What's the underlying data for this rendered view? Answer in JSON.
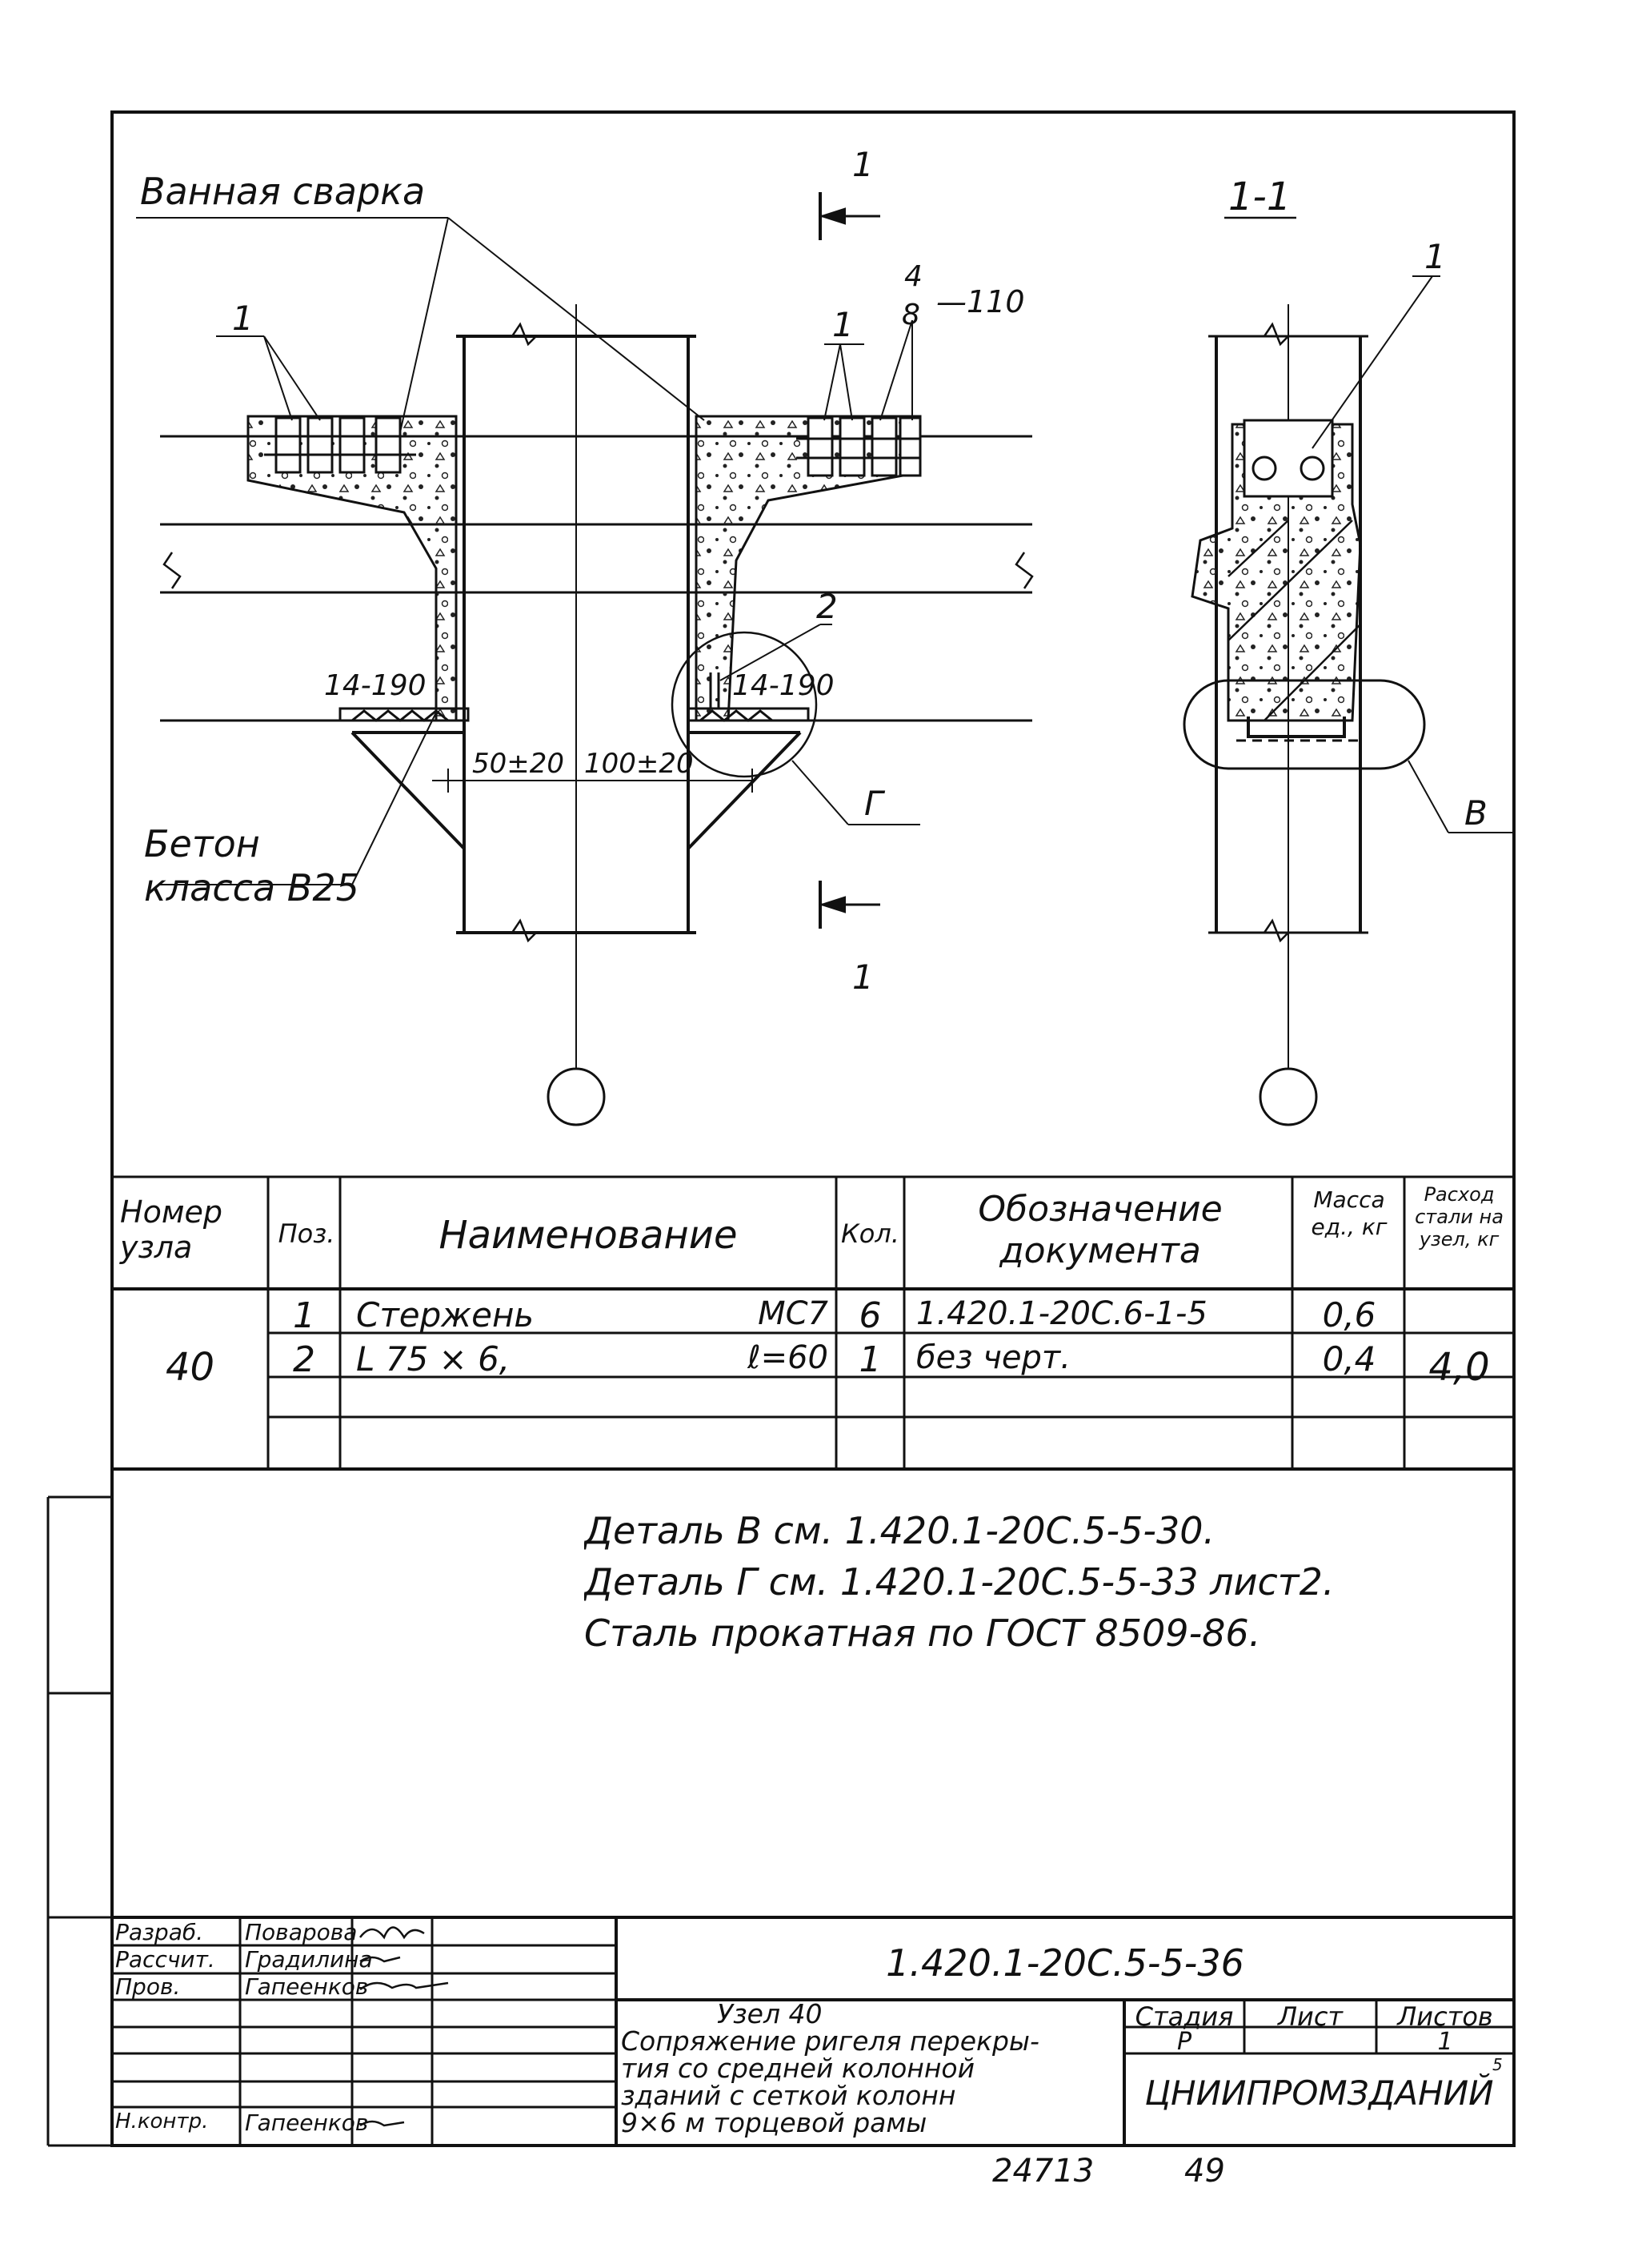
{
  "drawing": {
    "labels": {
      "weld": "Ванная сварка",
      "concrete_line1": "Бетон",
      "concrete_line2": "класса В25",
      "cut_mark": "1",
      "section_title": "1-1",
      "pos1": "1",
      "pos2": "2",
      "pos48_top": "4",
      "pos48_bottom": "8",
      "spacing_top": "—110",
      "spacing_bottom_left": "14-190",
      "spacing_bottom_right": "14-190",
      "dim_left": "50±20",
      "dim_right": "100±20",
      "detail_g": "Г",
      "detail_v": "В"
    }
  },
  "spec_table": {
    "headers": {
      "node": "Номер узла",
      "pos": "Поз.",
      "name": "Наименование",
      "qty": "Кол.",
      "doc": "Обозначение документа",
      "mass": "Масса ед., кг",
      "consumption": "Расход стали на узел, кг"
    },
    "node_number": "40",
    "consumption_value": "4,0",
    "rows": [
      {
        "pos": "1",
        "name": "Стержень",
        "mark": "МС7",
        "qty": "6",
        "doc": "1.420.1-20С.6-1-5",
        "mass": "0,6"
      },
      {
        "pos": "2",
        "name": "L 75 × 6,",
        "mark": "ℓ=60",
        "qty": "1",
        "doc": "без черт.",
        "mass": "0,4"
      }
    ]
  },
  "notes": [
    "Деталь В см. 1.420.1-20С.5-5-30.",
    "Деталь Г см. 1.420.1-20С.5-5-33 лист2.",
    "Сталь прокатная по ГОСТ 8509-86."
  ],
  "title_block": {
    "roles": [
      "Разраб.",
      "Рассчит.",
      "Пров.",
      "",
      "",
      "",
      "",
      "Н.контр."
    ],
    "names": [
      "Поварова",
      "Градилина",
      "Гапеенков",
      "",
      "",
      "",
      "",
      "Гапеенков"
    ],
    "code": "1.420.1-20С.5-5-36",
    "title": [
      "Узел 40",
      "Сопряжение ригеля перекры-",
      "тия со средней колонной",
      "зданий с сеткой колонн",
      "9×6 м торцевой рамы"
    ],
    "stage_label": "Стадия",
    "sheet_label": "Лист",
    "sheets_label": "Листов",
    "stage": "Р",
    "sheet": "",
    "sheets": "1",
    "org": "ЦНИИПРОМЗДАНИЙ",
    "sheet_small": "5"
  },
  "footer": {
    "inv": "24713",
    "page": "49"
  }
}
